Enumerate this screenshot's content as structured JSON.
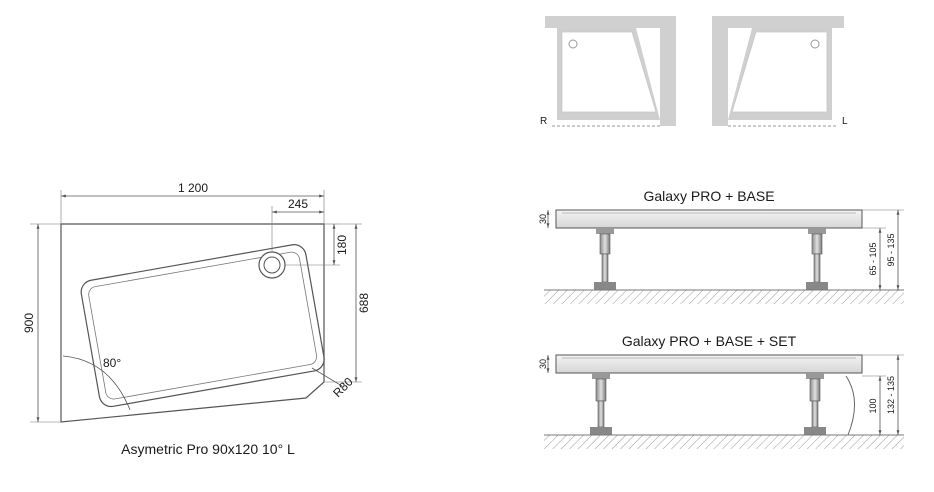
{
  "plan": {
    "dim_width": "1 200",
    "dim_depth": "900",
    "dim_right": "688",
    "dim_drain_x": "245",
    "dim_drain_y": "180",
    "angle": "80°",
    "radius": "R80",
    "caption": "Asymetric Pro 90x120 10° L"
  },
  "orientation": {
    "right_label": "R",
    "left_label": "L"
  },
  "section_base": {
    "title": "Galaxy PRO + BASE",
    "dim_thickness": "30",
    "dim_legs": "65 - 105",
    "dim_total": "95 - 135"
  },
  "section_set": {
    "title": "Galaxy PRO + BASE + SET",
    "dim_thickness": "30",
    "dim_front": "100",
    "dim_total": "132 - 135"
  },
  "colors": {
    "line": "#444444",
    "panel": "#d0d0d0",
    "floor": "#bdbdbd",
    "dim": "#555555"
  }
}
